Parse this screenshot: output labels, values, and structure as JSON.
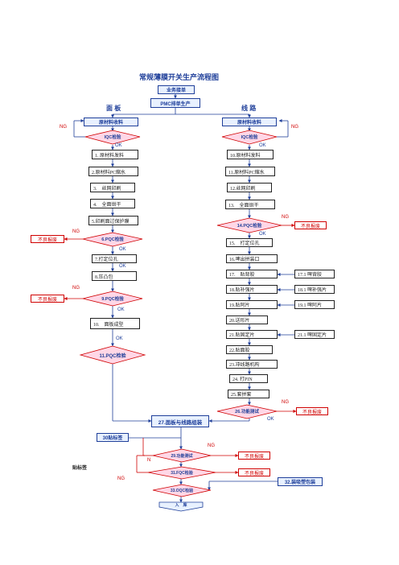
{
  "title": "常规薄膜开关生产流程图",
  "top": {
    "order": "业务接单",
    "pmc": "PMC排单生产"
  },
  "columns": {
    "left": "面 板",
    "right": "线 路"
  },
  "left": {
    "material": "原材料收料",
    "iqc": "IQC检验",
    "s1": "1. 原材料发料",
    "s2": "2.原材料PC缩水",
    "s3": "3.　丝网印刷",
    "s4": "4.　全面烘干",
    "s5": "5.印刷面过保护膜",
    "pqc6": "6.PQC检验",
    "s7": "7.打定位孔",
    "s8": "8.压凸包",
    "pqc9": "9.PQC检验",
    "s10": "10.　面板成型",
    "pqc11": "11.PQC检验"
  },
  "right": {
    "material": "原材料收料",
    "iqc": "IQC检验",
    "s10": "10.原材料发料",
    "s11": "11.原材料PC缩水",
    "s12": "12.丝网印刷",
    "s13": "13.　全面烘干",
    "pqc14": "14.PQC检验",
    "s15": "15.　打定位孔",
    "s16": "16.啤出拼装口",
    "s17": "17.　贴背胶",
    "s17a": "17.1 啤背胶",
    "s18": "18.贴补强片",
    "s18a": "18.1 啤补强片",
    "s19": "19.贴阿片",
    "s19a": "19.1 啤阿片",
    "s20": "20.送形片",
    "s21": "21.贴固定片",
    "s21a": "21.1 啤固定片",
    "s22": "22.贴面胶",
    "s23": "23.冲线路机构",
    "s24": "24. 打PIN",
    "s25": "25.套拼套",
    "func26": "26.功能测试"
  },
  "merge": {
    "assemble": "27.面板与线路组装",
    "label30": "30贴标签",
    "func29": "29.功能测试",
    "label_text": "贴标签",
    "fqc31": "31.FQC检验",
    "oqc33": "33.OQC检验",
    "pack32": "32.装吸塑包装",
    "store": "入　库"
  },
  "marks": {
    "ok": "OK",
    "ng": "NG",
    "n": "N"
  },
  "rework": "不良报废",
  "colors": {
    "blue": "#1f3f9a",
    "red": "#d00000",
    "diamond_fill": "#ffd7e6",
    "diamond_stroke": "#d00000",
    "box_blue_fill": "#e8f1ff"
  },
  "icons": {
    "arrow": "arrowhead-icon"
  }
}
